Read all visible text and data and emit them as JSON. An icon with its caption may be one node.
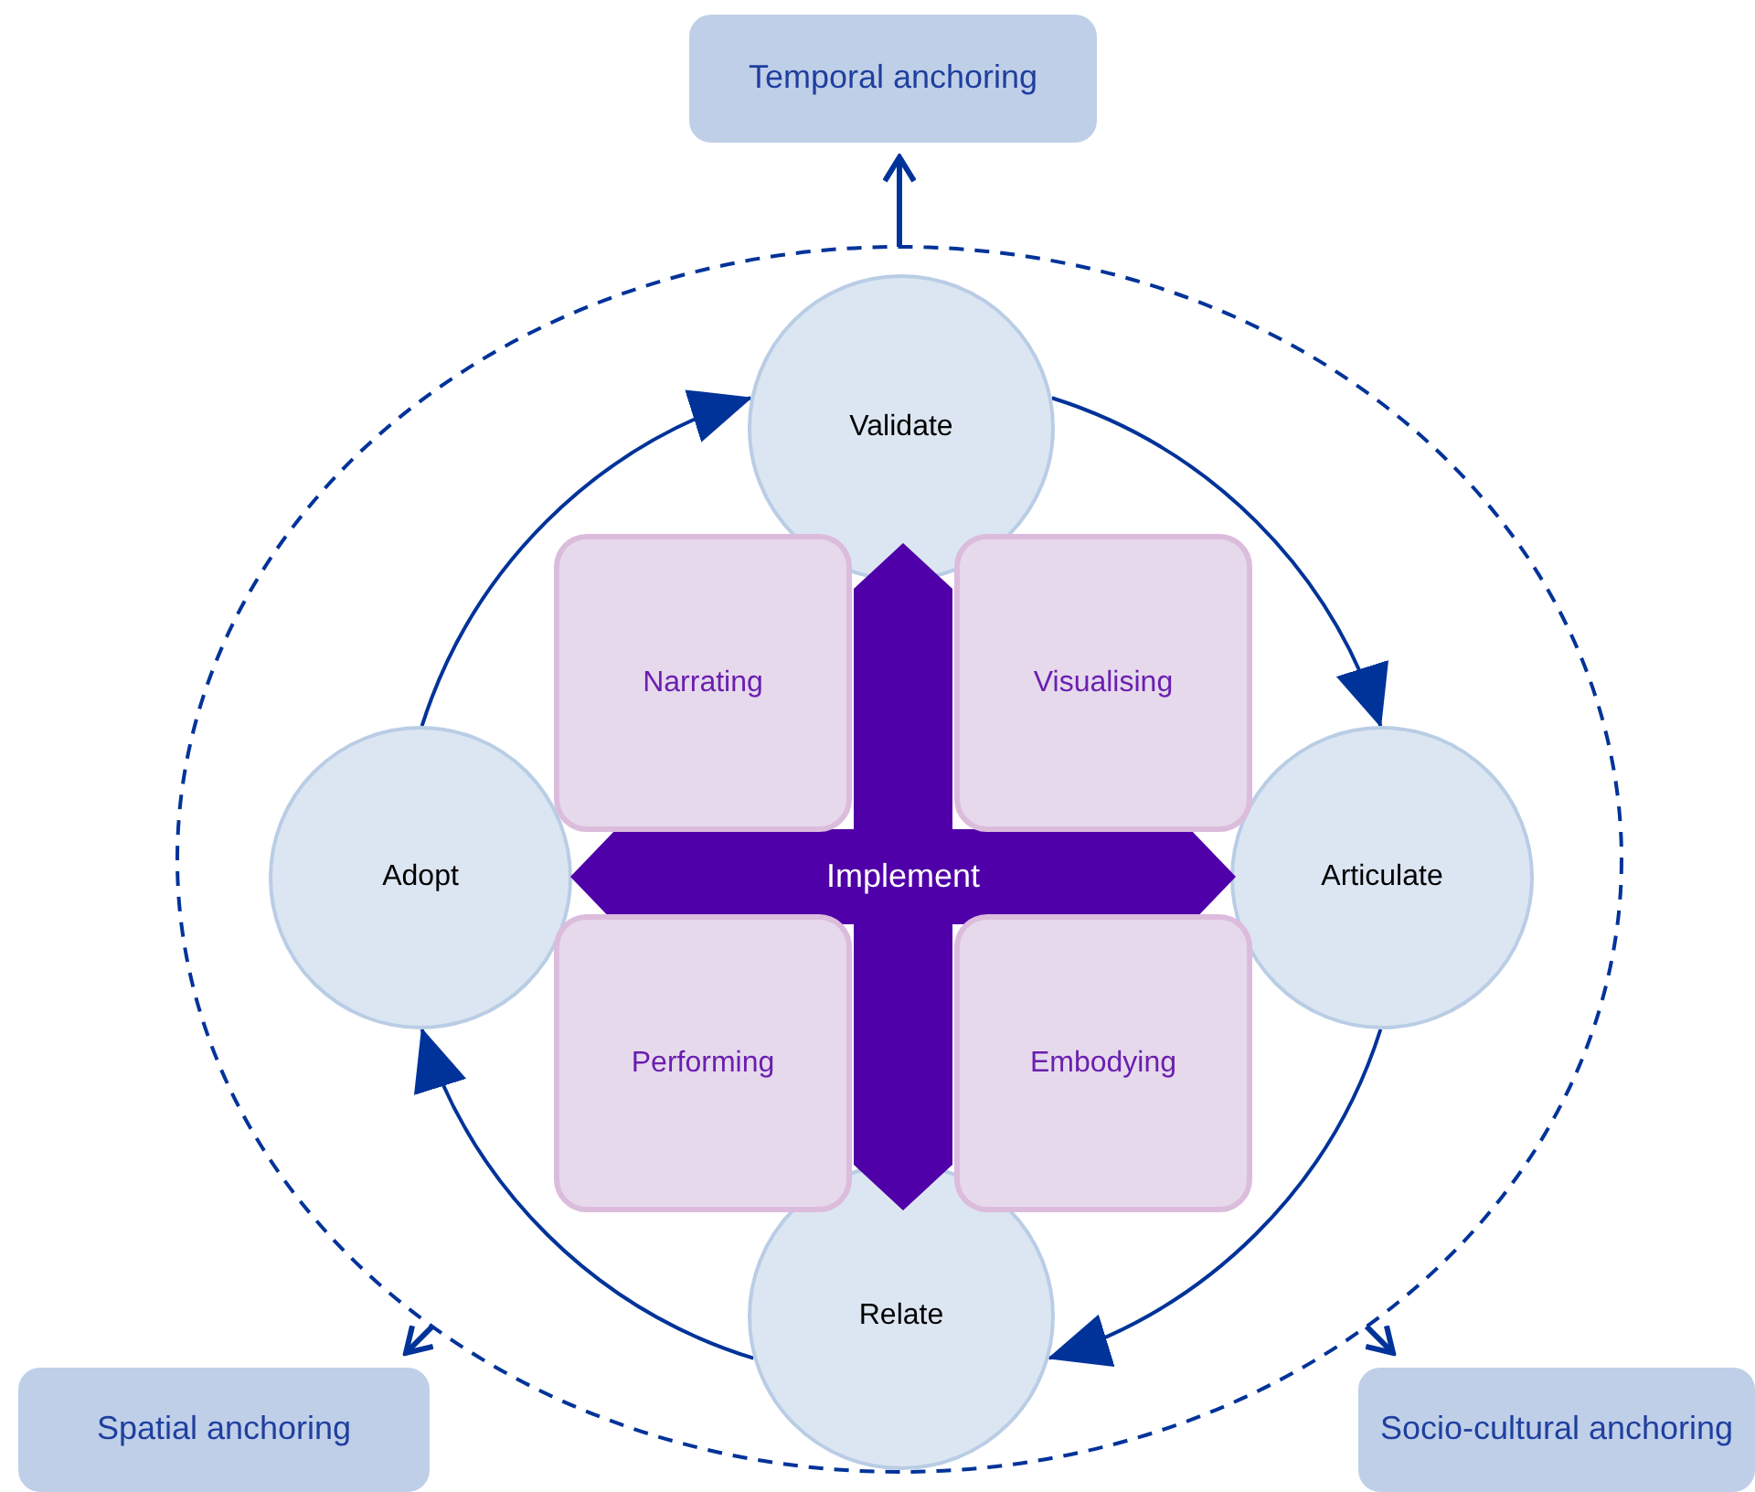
{
  "diagram": {
    "nodes": [
      {
        "text": [
          "Temporal anchoring"
        ]
      },
      {
        "text": [],
        "shape": "circle"
      },
      {
        "text": [
          "Validate"
        ],
        "in": 1
      },
      {
        "text": [
          "Adopt"
        ],
        "in": 1
      },
      {
        "text": [
          "Articulate"
        ],
        "in": 1
      },
      {
        "text": [
          "Relate"
        ],
        "in": 1
      },
      {
        "text": [
          "Implement"
        ],
        "in": 1
      },
      {
        "text": [
          "Narrating"
        ],
        "in": 1
      },
      {
        "text": [
          "Visualising"
        ],
        "in": 1
      },
      {
        "text": [
          "Performing"
        ],
        "in": 1
      },
      {
        "text": [
          "Embodying"
        ],
        "in": 1
      },
      {
        "text": [
          "Spatial anchoring"
        ]
      },
      {
        "text": [
          "Socio-cultural anchoring"
        ]
      }
    ],
    "edges": [
      {
        "from": 1,
        "to": 0,
        "arrow": "to"
      },
      {
        "from": 1,
        "to": 11,
        "arrow": "to"
      },
      {
        "from": 1,
        "to": 12,
        "arrow": "to"
      },
      {
        "from": 3,
        "to": 2,
        "arrow": "to"
      },
      {
        "from": 2,
        "to": 4,
        "arrow": "to"
      },
      {
        "from": 4,
        "to": 5,
        "arrow": "to"
      },
      {
        "from": 5,
        "to": 3,
        "arrow": "to"
      }
    ]
  }
}
